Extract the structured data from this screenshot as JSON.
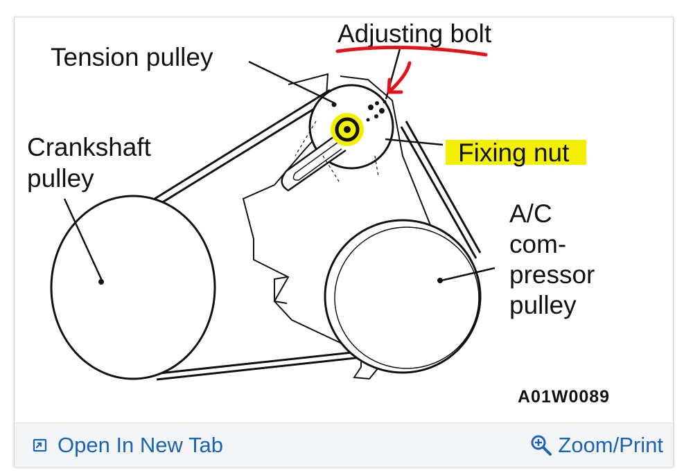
{
  "labels": {
    "adjusting_bolt": "Adjusting bolt",
    "tension_pulley": "Tension pulley",
    "crankshaft_line1": "Crankshaft",
    "crankshaft_line2": "pulley",
    "fixing_nut": "Fixing nut",
    "ac_line1": "A/C",
    "ac_line2": "com-",
    "ac_line3": "pressor",
    "ac_line4": "pulley",
    "figure_code": "A01W0089"
  },
  "toolbar": {
    "open_new_tab": "Open In New Tab",
    "zoom_print": "Zoom/Print"
  },
  "colors": {
    "link": "#1a63b5",
    "annotation_red": "#e3131b",
    "highlight_yellow": "#f3f000"
  },
  "icons": {
    "open_new_tab": "open-in-new-tab-icon",
    "zoom_print": "zoom-in-magnifier-icon"
  }
}
